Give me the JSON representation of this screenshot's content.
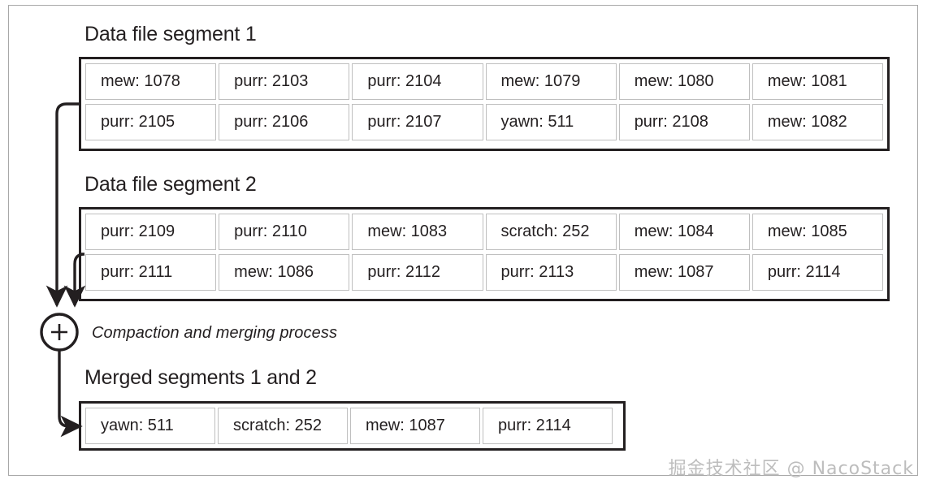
{
  "figure": {
    "watermark": "掘金技术社区 @ NacoStack",
    "process_label": "Compaction and merging process",
    "plus_symbol": "+",
    "colors": {
      "box_border": "#231f20",
      "cell_border": "#bfbfbf",
      "text": "#231f20",
      "frame": "#a8a8a8",
      "watermark": "#bdbdbd",
      "background": "#ffffff"
    }
  },
  "segments": [
    {
      "title": "Data file segment 1",
      "rows": [
        [
          "mew: 1078",
          "purr: 2103",
          "purr: 2104",
          "mew: 1079",
          "mew: 1080",
          "mew: 1081"
        ],
        [
          "purr: 2105",
          "purr: 2106",
          "purr: 2107",
          "yawn: 511",
          "purr: 2108",
          "mew: 1082"
        ]
      ]
    },
    {
      "title": "Data file segment 2",
      "rows": [
        [
          "purr: 2109",
          "purr: 2110",
          "mew: 1083",
          "scratch: 252",
          "mew: 1084",
          "mew: 1085"
        ],
        [
          "purr: 2111",
          "mew: 1086",
          "purr: 2112",
          "purr: 2113",
          "mew: 1087",
          "purr: 2114"
        ]
      ]
    }
  ],
  "merged": {
    "title": "Merged segments 1 and 2",
    "rows": [
      [
        "yawn: 511",
        "scratch: 252",
        "mew: 1087",
        "purr: 2114"
      ]
    ]
  }
}
